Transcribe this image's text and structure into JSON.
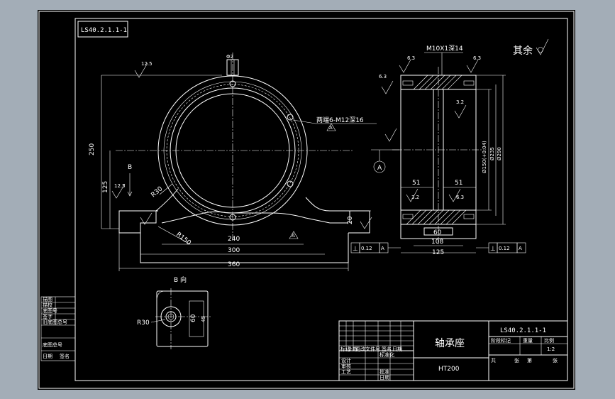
{
  "drawing": {
    "code_box": "LS40.2.1.1-1",
    "surface_note": "其余",
    "thread_note": "M10X1深14",
    "holes_note": "两端6-M12深16",
    "view_label_b": "B",
    "view_title": "B  向",
    "datum": "A",
    "radius_r30": "R30",
    "radius_r150": "R150",
    "phi2": "Φ2",
    "dims": {
      "d250": "250",
      "d125": "125",
      "d240": "240",
      "d300": "300",
      "d360": "360",
      "d20": "20",
      "d51a": "51",
      "d51b": "51",
      "d60": "60",
      "d108": "108",
      "d125b": "125",
      "dia1": "Ø150(+0.04)",
      "dia2": "Ø235",
      "dia3": "Ø290",
      "b60": "60",
      "r30b": "R30",
      "d45": "45"
    },
    "roughness": {
      "r1": "12.5",
      "r2": "6.3",
      "r3": "6.3",
      "r4": "6.3",
      "r5": "3.2",
      "r6": "3.2",
      "r7": "12.5",
      "r8": "6.3"
    },
    "tolerances": {
      "tol1_symbol": "⊥",
      "tol1_value": "0.12",
      "tol1_datum": "A",
      "tol2_symbol": "⊥",
      "tol2_value": "0.12",
      "tol2_datum": "A"
    }
  },
  "title_block": {
    "part_name": "轴承座",
    "material": "HT200",
    "code": "LS40.2.1.1-1",
    "scale": "1:2",
    "row_labels": [
      "标记",
      "处数",
      "更改文件号",
      "签名",
      "日期"
    ],
    "design_rows": [
      "设计",
      "标准化"
    ],
    "check_rows": [
      "审核",
      "工艺",
      "日期"
    ],
    "approve": "批准",
    "stage_labels": [
      "阶段标记",
      "重量",
      "比例"
    ],
    "sheet_labels": [
      "共",
      "张",
      "第",
      "张"
    ]
  },
  "left_block": {
    "labels": [
      "描图",
      "描校",
      "底图号",
      "签字",
      "旧底图总号",
      "底图总号",
      "日期",
      "签名"
    ]
  }
}
